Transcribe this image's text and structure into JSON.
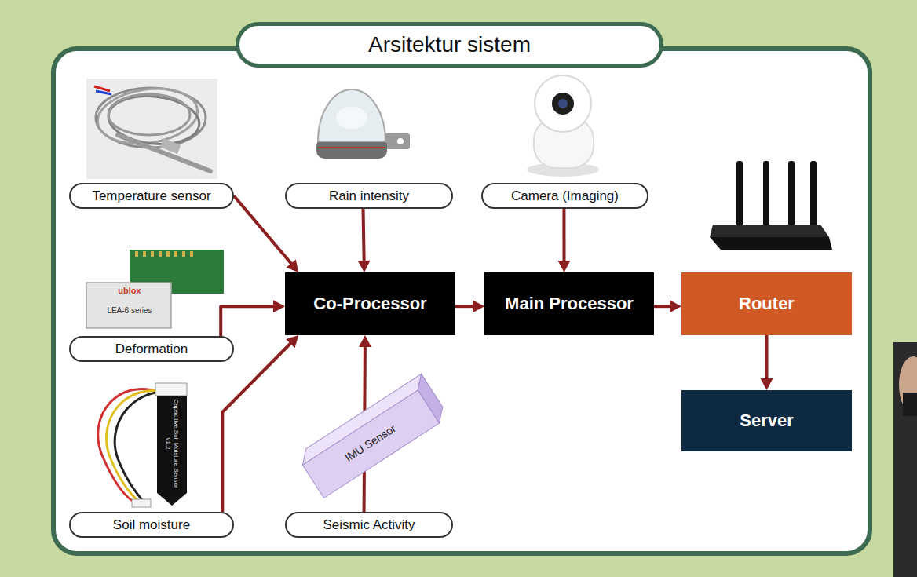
{
  "diagram": {
    "title": "Arsitektur sistem",
    "nodes": [
      {
        "text": [
          "Temperature sensor"
        ]
      },
      {
        "text": [
          "Rain intensity"
        ]
      },
      {
        "text": [
          "Camera (Imaging)"
        ]
      },
      {
        "text": [
          "Co-Processor"
        ]
      },
      {
        "text": [
          "Main Processor"
        ]
      },
      {
        "text": [
          "Router"
        ]
      },
      {
        "text": [
          "Deformation"
        ]
      },
      {
        "text": [
          "Server"
        ]
      },
      {
        "text": [
          "Soil moisture"
        ]
      },
      {
        "text": [
          "Seismic Activity"
        ]
      }
    ],
    "edges": [
      {
        "from": 0,
        "to": 3,
        "arrow": "to"
      },
      {
        "from": 1,
        "to": 3,
        "arrow": "to"
      },
      {
        "from": 6,
        "to": 3,
        "arrow": "to"
      },
      {
        "from": 8,
        "to": 3,
        "arrow": "to"
      },
      {
        "from": 9,
        "to": 3,
        "arrow": "to"
      },
      {
        "from": 2,
        "to": 4,
        "arrow": "to"
      },
      {
        "from": 3,
        "to": 4,
        "arrow": "to"
      },
      {
        "from": 4,
        "to": 5,
        "arrow": "to"
      },
      {
        "from": 5,
        "to": 7,
        "arrow": "to"
      }
    ],
    "labels": [
      "ublox",
      "LEA-6 series",
      "Capacitive Soil Moisture Sensor v1.2",
      "IMU Sensor"
    ]
  }
}
